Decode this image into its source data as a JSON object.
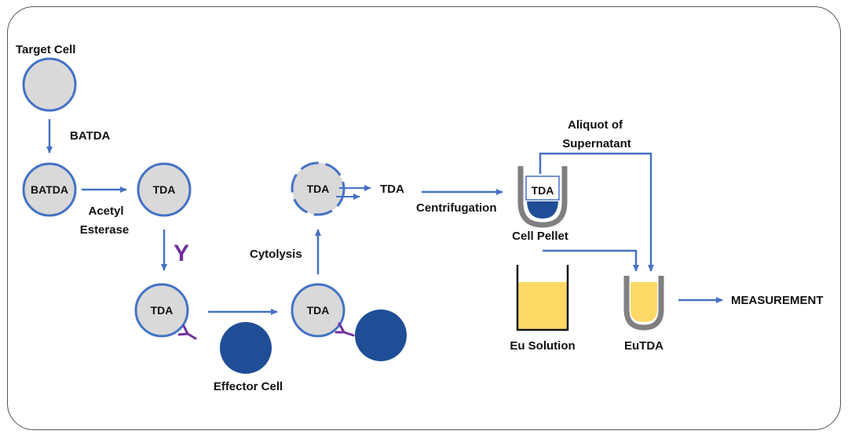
{
  "labels": {
    "target_cell": "Target Cell",
    "batda_reagent": "BATDA",
    "batda_cell": "BATDA",
    "acetyl_line1": "Acetyl",
    "acetyl_line2": "Esterase",
    "tda_cell_1": "TDA",
    "tda_cell_2": "TDA",
    "tda_cell_3": "TDA",
    "tda_cell_4": "TDA",
    "antibody_symbol": "Y",
    "effector_cell": "Effector Cell",
    "cytolysis": "Cytolysis",
    "tda_released": "TDA",
    "centrifugation": "Centrifugation",
    "aliquot_line1": "Aliquot of",
    "aliquot_line2": "Supernatant",
    "tube_tda": "TDA",
    "cell_pellet": "Cell Pellet",
    "eu_solution": "Eu Solution",
    "eutda": "EuTDA",
    "measurement": "MEASUREMENT"
  },
  "colors": {
    "cell_fill": "#d9d9d9",
    "cell_stroke": "#4472c4",
    "arrow": "#4472c4",
    "effector": "#1f4e96",
    "antibody": "#7030a0",
    "tube_wall": "#808080",
    "eu_fill": "#ffd966",
    "pellet": "#1f4e96"
  }
}
